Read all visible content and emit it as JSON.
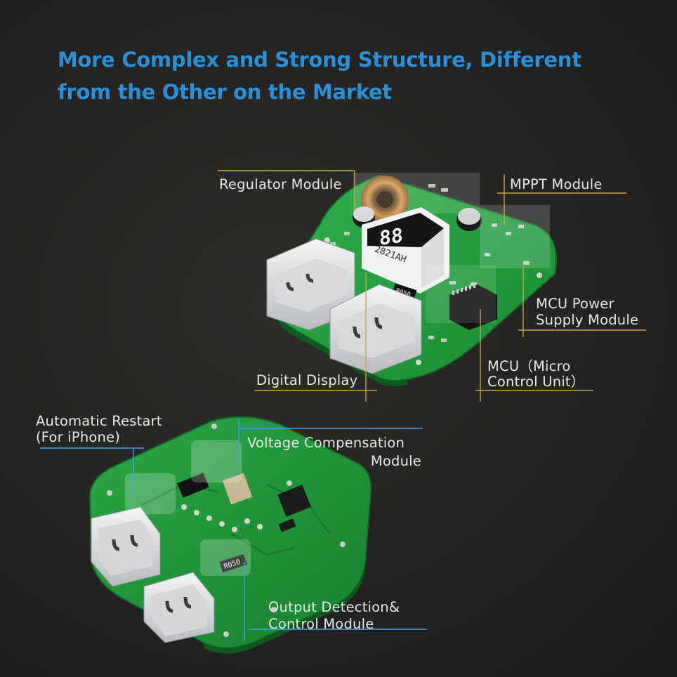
{
  "headline": {
    "line1": "More Complex and Strong Structure, Different",
    "line2": "from the Other on the Market"
  },
  "top_board": {
    "labels": {
      "regulator": "Regulator Module",
      "mppt": "MPPT Module",
      "mcu_power_1": "MCU Power",
      "mcu_power_2": "Supply Module",
      "mcu_1": "MCU（Micro",
      "mcu_2": "Control Unit）",
      "digital_display": "Digital Display"
    },
    "display_text": "88",
    "display_silkscreen": "2821AH",
    "resistor_marking": "R050"
  },
  "bottom_board": {
    "labels": {
      "auto_restart_1": "Automatic Restart",
      "auto_restart_2": "(For iPhone)",
      "voltage_comp_1": "Voltage Compensation",
      "voltage_comp_2": "Module",
      "output_det_1": "Output Detection&",
      "output_det_2": "Control Module"
    },
    "resistor_marking": "R050"
  },
  "colors": {
    "headline": "#2b8fd6",
    "label_text": "#e8e8e6",
    "leader_gold": "#c8a64a",
    "leader_blue": "#3fa6e6",
    "pcb_green": "#1f9a3a",
    "background": "#242321"
  }
}
